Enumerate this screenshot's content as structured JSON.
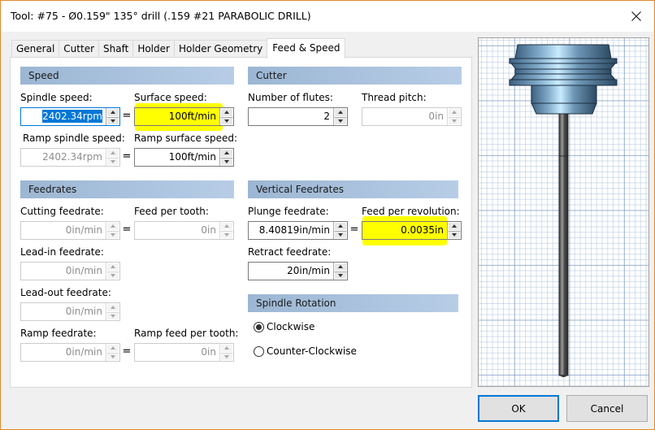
{
  "window": {
    "title": "Tool: #75 - Ø0.159\" 135° drill (.159 #21 PARABOLIC DRILL)",
    "close_icon": "close-icon"
  },
  "tabs": [
    {
      "label": "General",
      "active": false
    },
    {
      "label": "Cutter",
      "active": false
    },
    {
      "label": "Shaft",
      "active": false
    },
    {
      "label": "Holder",
      "active": false
    },
    {
      "label": "Holder Geometry",
      "active": false
    },
    {
      "label": "Feed & Speed",
      "active": true
    }
  ],
  "speed": {
    "header": "Speed",
    "spindle_speed_label": "Spindle speed:",
    "spindle_speed_value": "2402.34rpm",
    "surface_speed_label": "Surface speed:",
    "surface_speed_value": "100ft/min",
    "ramp_spindle_speed_label": "Ramp spindle speed:",
    "ramp_spindle_speed_value": "2402.34rpm",
    "ramp_surface_speed_label": "Ramp surface speed:",
    "ramp_surface_speed_value": "100ft/min",
    "equals": "="
  },
  "cutter": {
    "header": "Cutter",
    "flutes_label": "Number of flutes:",
    "flutes_value": "2",
    "thread_pitch_label": "Thread pitch:",
    "thread_pitch_value": "0in"
  },
  "feedrates": {
    "header": "Feedrates",
    "cutting_label": "Cutting feedrate:",
    "cutting_value": "0in/min",
    "feed_per_tooth_label": "Feed per tooth:",
    "feed_per_tooth_value": "0in",
    "lead_in_label": "Lead-in feedrate:",
    "lead_in_value": "0in/min",
    "lead_out_label": "Lead-out feedrate:",
    "lead_out_value": "0in/min",
    "ramp_label": "Ramp feedrate:",
    "ramp_value": "0in/min",
    "ramp_fpt_label": "Ramp feed per tooth:",
    "ramp_fpt_value": "0in"
  },
  "vertical_feedrates": {
    "header": "Vertical Feedrates",
    "plunge_label": "Plunge feedrate:",
    "plunge_value": "8.40819in/min",
    "feed_per_rev_label": "Feed per revolution:",
    "feed_per_rev_value": "0.0035in",
    "retract_label": "Retract feedrate:",
    "retract_value": "20in/min"
  },
  "spindle_rotation": {
    "header": "Spindle Rotation",
    "options": [
      {
        "label": "Clockwise",
        "selected": true
      },
      {
        "label": "Counter-Clockwise",
        "selected": false
      }
    ]
  },
  "buttons": {
    "ok": "OK",
    "cancel": "Cancel"
  },
  "colors": {
    "accent": "#0078d7",
    "highlight": "#ffff00",
    "window_border": "#e0892b",
    "section_header_start": "#9cb6d3",
    "section_header_end": "#b7cde6"
  }
}
